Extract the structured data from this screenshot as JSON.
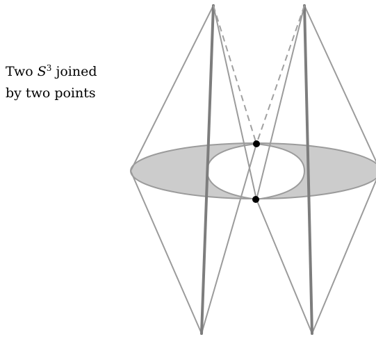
{
  "caption": {
    "line1_prefix": "Two ",
    "symbol": "S",
    "exponent": "3",
    "line1_suffix": " joined",
    "line2": "by two points"
  },
  "colors": {
    "edge": "#9b9b9b",
    "edge_heavy": "#7d7d7d",
    "annulus_fill": "#cccccc",
    "dashed": "#a0a0a0",
    "junction_point": "#000000"
  }
}
